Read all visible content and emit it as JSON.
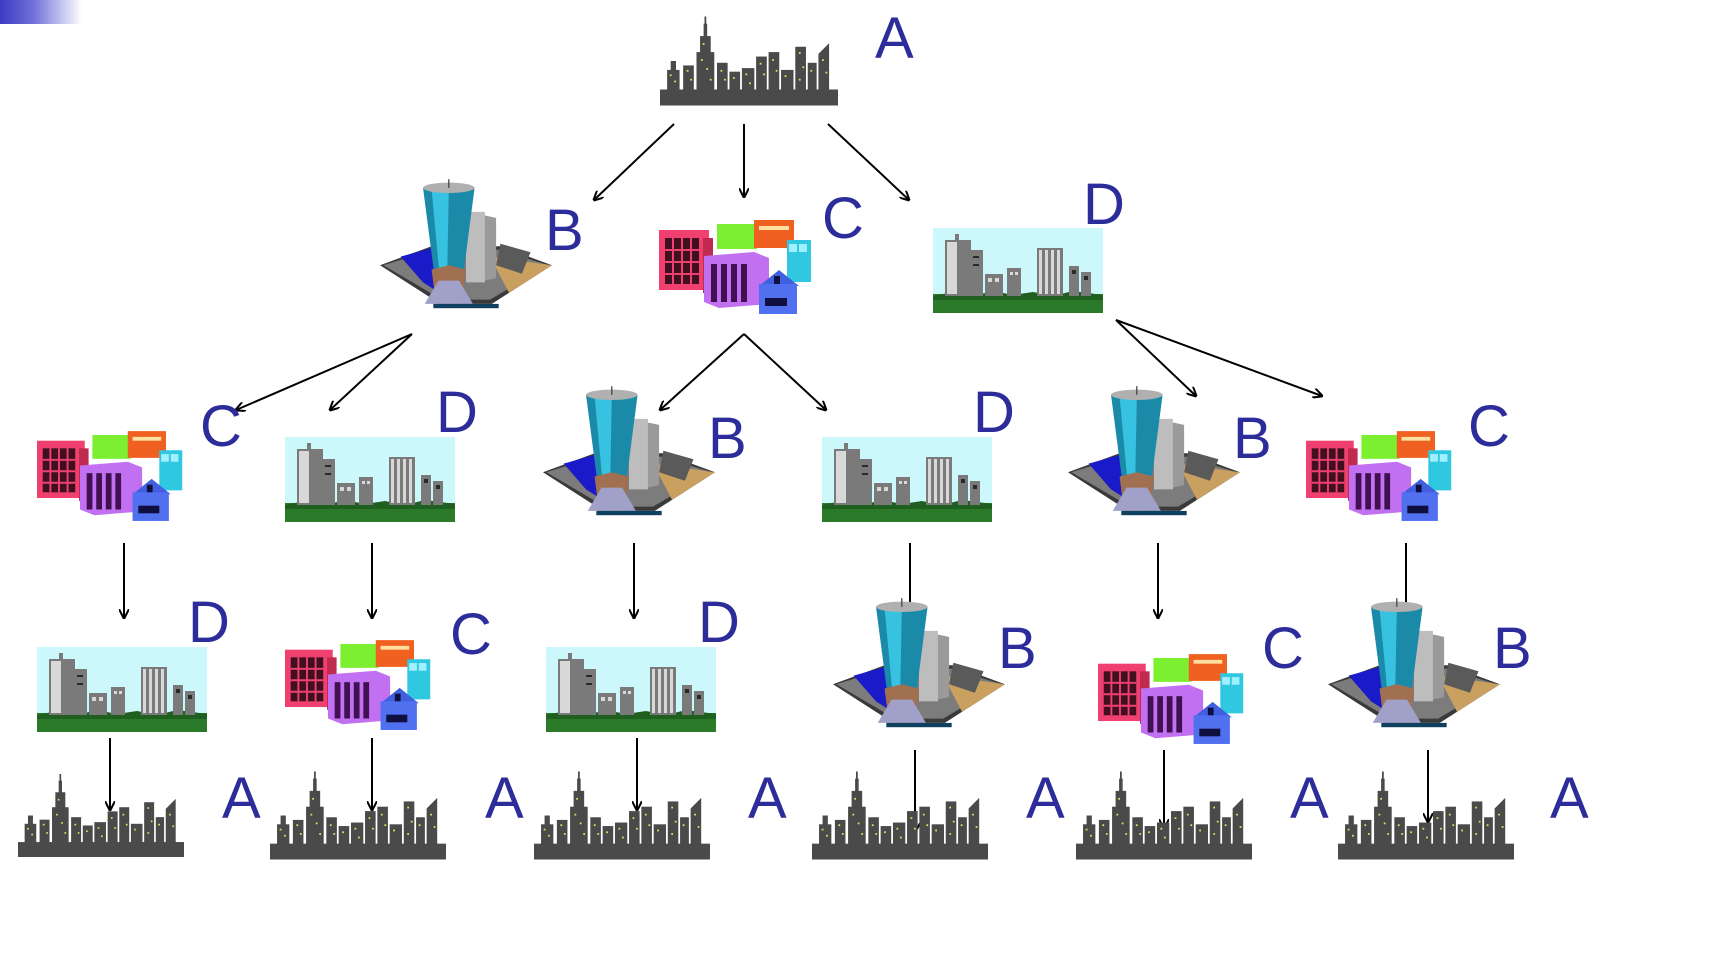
{
  "diagram": {
    "colors": {
      "label": "#2c2c9a",
      "arrow": "#000000",
      "skyline": "#4a4a4a",
      "window_light": "#e8e060",
      "sky": "#ccf7fb",
      "grass": "#2a7a2a"
    },
    "nodes": [
      {
        "id": "root",
        "label": "A",
        "icon": "night-skyline-icon"
      },
      {
        "id": "n1",
        "label": "B",
        "icon": "tower-icon"
      },
      {
        "id": "n2",
        "label": "C",
        "icon": "colorful-buildings-icon"
      },
      {
        "id": "n3",
        "label": "D",
        "icon": "city-park-icon"
      },
      {
        "id": "n4",
        "label": "C",
        "icon": "colorful-buildings-icon"
      },
      {
        "id": "n5",
        "label": "D",
        "icon": "city-park-icon"
      },
      {
        "id": "n6",
        "label": "B",
        "icon": "tower-icon"
      },
      {
        "id": "n7",
        "label": "D",
        "icon": "city-park-icon"
      },
      {
        "id": "n8",
        "label": "B",
        "icon": "tower-icon"
      },
      {
        "id": "n9",
        "label": "C",
        "icon": "colorful-buildings-icon"
      },
      {
        "id": "n10",
        "label": "D",
        "icon": "city-park-icon"
      },
      {
        "id": "n11",
        "label": "C",
        "icon": "colorful-buildings-icon"
      },
      {
        "id": "n12",
        "label": "D",
        "icon": "city-park-icon"
      },
      {
        "id": "n13",
        "label": "B",
        "icon": "tower-icon"
      },
      {
        "id": "n14",
        "label": "C",
        "icon": "colorful-buildings-icon"
      },
      {
        "id": "n15",
        "label": "B",
        "icon": "tower-icon"
      },
      {
        "id": "n16",
        "label": "A",
        "icon": "night-skyline-icon"
      },
      {
        "id": "n17",
        "label": "A",
        "icon": "night-skyline-icon"
      },
      {
        "id": "n18",
        "label": "A",
        "icon": "night-skyline-icon"
      },
      {
        "id": "n19",
        "label": "A",
        "icon": "night-skyline-icon"
      },
      {
        "id": "n20",
        "label": "A",
        "icon": "night-skyline-icon"
      },
      {
        "id": "n21",
        "label": "A",
        "icon": "night-skyline-icon"
      }
    ],
    "edges": [
      [
        "root",
        "n1"
      ],
      [
        "root",
        "n2"
      ],
      [
        "root",
        "n3"
      ],
      [
        "n1",
        "n4"
      ],
      [
        "n1",
        "n5"
      ],
      [
        "n2",
        "n6"
      ],
      [
        "n2",
        "n7"
      ],
      [
        "n3",
        "n8"
      ],
      [
        "n3",
        "n9"
      ],
      [
        "n4",
        "n10"
      ],
      [
        "n5",
        "n11"
      ],
      [
        "n6",
        "n12"
      ],
      [
        "n7",
        "n13"
      ],
      [
        "n8",
        "n14"
      ],
      [
        "n9",
        "n15"
      ],
      [
        "n10",
        "n16"
      ],
      [
        "n11",
        "n17"
      ],
      [
        "n12",
        "n18"
      ],
      [
        "n13",
        "n19"
      ],
      [
        "n14",
        "n20"
      ],
      [
        "n15",
        "n21"
      ]
    ]
  }
}
